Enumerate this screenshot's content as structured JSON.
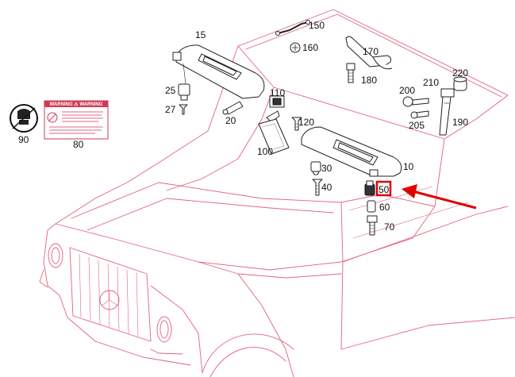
{
  "diagram": {
    "part_labels": {
      "p10": "10",
      "p15": "15",
      "p20": "20",
      "p25": "25",
      "p27": "27",
      "p30": "30",
      "p40": "40",
      "p50": "50",
      "p60": "60",
      "p70": "70",
      "p80": "80",
      "p90": "90",
      "p100": "100",
      "p110": "110",
      "p120": "120",
      "p150": "150",
      "p160": "160",
      "p170": "170",
      "p180": "180",
      "p190": "190",
      "p200": "200",
      "p205": "205",
      "p210": "210",
      "p220": "220"
    },
    "warning_label_title": "WARNING ⚠ WARNING",
    "colors": {
      "vehicle_outline": "#e3627a",
      "highlight_box": "#e00000",
      "arrow": "#e00000",
      "part_ink": "#222222"
    },
    "highlighted_part": "50"
  }
}
